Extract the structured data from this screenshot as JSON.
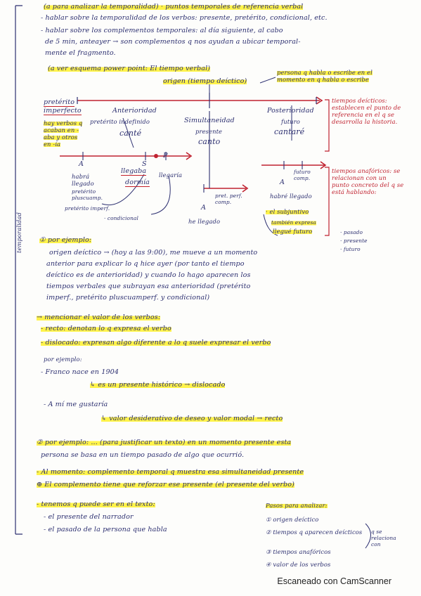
{
  "notes": {
    "l1": "(a para analizar la temporalidad) · puntos temporales de referencia verbal",
    "l2": "- hablar sobre la temporalidad de los verbos: presente, pretérito, condicional, etc.",
    "l3": "- hablar sobre los complementos temporales: al día siguiente, al cabo",
    "l4": "de 5 min, anteayer → son complementos q nos ayudan a ubicar temporal-",
    "l5": "mente el fragmento.",
    "esquema": "(a ver esquema power point: El tiempo verbal)",
    "origen": "origen (tiempo deíctico)",
    "persona_note": "persona q habla o escribe en el momento en q habla o escribe",
    "preterito_imperfecto": "pretérito imperfecto",
    "hay_verbos": "hay verbos q acaban en -aba y otros en -ía",
    "col_ant_1": "Anterioridad",
    "col_ant_2": "pretérito indefinido",
    "col_ant_3": "canté",
    "col_sim_1": "Simultaneidad",
    "col_sim_2": "presente",
    "col_sim_3": "canto",
    "col_pos_1": "Posterioridad",
    "col_pos_2": "futuro",
    "col_pos_3": "cantaré",
    "tiempos_deicticos": "tiempos deícticos: establecen el punto de referencia en el q se desarrolla la historia.",
    "A1": "A",
    "S1": "S",
    "P1": "P",
    "habra_llegado": "habrá llegado",
    "preterito_pluscuamp": "pretérito pluscuamp.",
    "llegaba": "llegaba",
    "dormia": "dormía",
    "llegaria": "llegaría",
    "pret_imperf": "pretérito imperf.",
    "condicional": "· condicional",
    "prot_perf": "pret. perf. comp.",
    "A2": "A",
    "he_llegado": "he llegado",
    "futuro_comp": "futuro comp.",
    "A3": "A",
    "habre_llegado": "habré llegado",
    "el_subjuntivo": "· el subjuntivo",
    "tambien_expresa": "también expresa",
    "llegue_futuro": "llegué futuro",
    "tiempos_anaforicos": "tiempos anafóricos: se relacionan con un punto concreto del q se está hablando:",
    "ana_1": "· pasado",
    "ana_2": "· presente",
    "ana_3": "· futuro",
    "side_label": "temporalidad",
    "ej1_title": "① por ejemplo:",
    "ej1_l1": "origen deíctico → (hoy a las 9:00), me mueve a un momento",
    "ej1_l2": "anterior para explicar lo q hice ayer (por tanto el tiempo",
    "ej1_l3": "deíctico es de anterioridad) y cuando lo hago aparecen los",
    "ej1_l4": "tiempos verbales que subrayan esa anterioridad (pretérito",
    "ej1_l5": "imperf., pretérito pluscuamperf. y condicional)",
    "valor_title": "→ mencionar el valor de los verbos:",
    "recto": "- recto: denotan lo q expresa el verbo",
    "dislocado": "- dislocado: expresan algo diferente a lo q suele expresar el verbo",
    "por_ejemplo": "por ejemplo:",
    "franco": "- Franco nace en 1904",
    "presente_historico": "↳ es un presente histórico → dislocado",
    "a_mi": "- A mí me gustaría",
    "valor_desid": "↳ valor desiderativo de deseo y valor modal → recto",
    "ej2_title": "② por ejemplo: ... (para justificar un texto) en un momento presente esta",
    "ej2_l2": "persona se basa en un tiempo pasado de algo que ocurrió.",
    "al_momento": "- Al momento: complemento temporal q muestra esa simultaneidad presente",
    "el_complemento": "⊕ El complemento tiene que reforzar ese presente (el presente del verbo)",
    "tenemos": "- tenemos q puede ser en el texto:",
    "presente_narrador": "- el presente del narrador",
    "pasado_persona": "- el pasado de la persona que habla",
    "pasos_title": "Pasos para analizar:",
    "paso1": "① origen deíctico",
    "paso2": "② tiempos q aparecen deícticos",
    "paso3": "③ tiempos anafóricos",
    "paso4": "④ valor de los verbos",
    "relaciona": "q se relaciona con",
    "footer": "Escaneado con CamScanner"
  },
  "colors": {
    "ink": "#2c2f70",
    "red": "#c02230",
    "highlight": "#fff34a"
  }
}
